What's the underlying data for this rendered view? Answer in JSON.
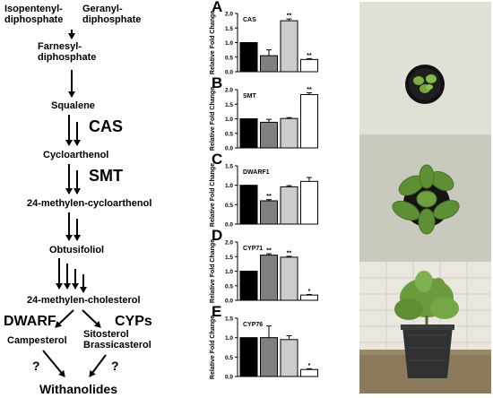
{
  "pathway": {
    "nodes": {
      "isopentenyl": "Isopentenyl-\ndiphosphate",
      "geranyl": "Geranyl-\ndiphosphate",
      "farnesyl": "Farnesyl-\ndiphosphate",
      "squalene": "Squalene",
      "cycloarthenol": "Cycloarthenol",
      "methylen_cyclo": "24-methylen-cycloarthenol",
      "obtusifoliol": "Obtusifoliol",
      "methylen_chol": "24-methylen-cholesterol",
      "campesterol": "Campesterol",
      "sitosterol": "Sitosterol\nBrassicasterol",
      "withanolides": "Withanolides"
    },
    "enzymes": {
      "cas": "CAS",
      "smt": "SMT",
      "dwarf": "DWARF",
      "cyps": "CYPs"
    },
    "unknowns": [
      "?",
      "?"
    ]
  },
  "chart_data": [
    {
      "type": "bar",
      "panel": "A",
      "title": "CAS",
      "ylabel": "Relative Fold Change",
      "ylim": [
        0,
        2.0
      ],
      "yticks": [
        0.0,
        0.5,
        1.0,
        1.5,
        2.0
      ],
      "values": [
        1.0,
        0.55,
        1.75,
        0.42
      ],
      "errors": [
        0.0,
        0.2,
        0.06,
        0.03
      ],
      "significance": [
        "",
        "",
        "**",
        "**"
      ]
    },
    {
      "type": "bar",
      "panel": "B",
      "title": "SMT",
      "ylabel": "Relative Fold Change",
      "ylim": [
        0,
        2.0
      ],
      "yticks": [
        0.0,
        0.5,
        1.0,
        1.5,
        2.0
      ],
      "values": [
        1.0,
        0.88,
        1.01,
        1.83
      ],
      "errors": [
        0.0,
        0.1,
        0.03,
        0.06
      ],
      "significance": [
        "",
        "",
        "",
        "**"
      ]
    },
    {
      "type": "bar",
      "panel": "C",
      "title": "DWARF1",
      "ylabel": "Relative Fold Change",
      "ylim": [
        0,
        1.5
      ],
      "yticks": [
        0.0,
        0.5,
        1.0,
        1.5
      ],
      "values": [
        1.0,
        0.6,
        0.96,
        1.1
      ],
      "errors": [
        0.0,
        0.03,
        0.03,
        0.1
      ],
      "significance": [
        "",
        "**",
        "",
        ""
      ]
    },
    {
      "type": "bar",
      "panel": "D",
      "title": "CYP71",
      "ylabel": "Relative Fold Change",
      "ylim": [
        0,
        2.0
      ],
      "yticks": [
        0.0,
        0.5,
        1.0,
        1.5,
        2.0
      ],
      "values": [
        1.0,
        1.55,
        1.48,
        0.18
      ],
      "errors": [
        0.0,
        0.05,
        0.03,
        0.02
      ],
      "significance": [
        "",
        "**",
        "**",
        "*"
      ]
    },
    {
      "type": "bar",
      "panel": "E",
      "title": "CYP76",
      "ylabel": "Relative Fold Change",
      "ylim": [
        0,
        1.5
      ],
      "yticks": [
        0.0,
        0.5,
        1.0,
        1.5
      ],
      "values": [
        1.0,
        1.0,
        0.95,
        0.18
      ],
      "errors": [
        0.0,
        0.3,
        0.1,
        0.02
      ],
      "significance": [
        "",
        "",
        "",
        "*"
      ]
    }
  ],
  "colors": {
    "bars": [
      "#000000",
      "#808080",
      "#cccccc",
      "#ffffff"
    ],
    "arrow": "#000000"
  }
}
